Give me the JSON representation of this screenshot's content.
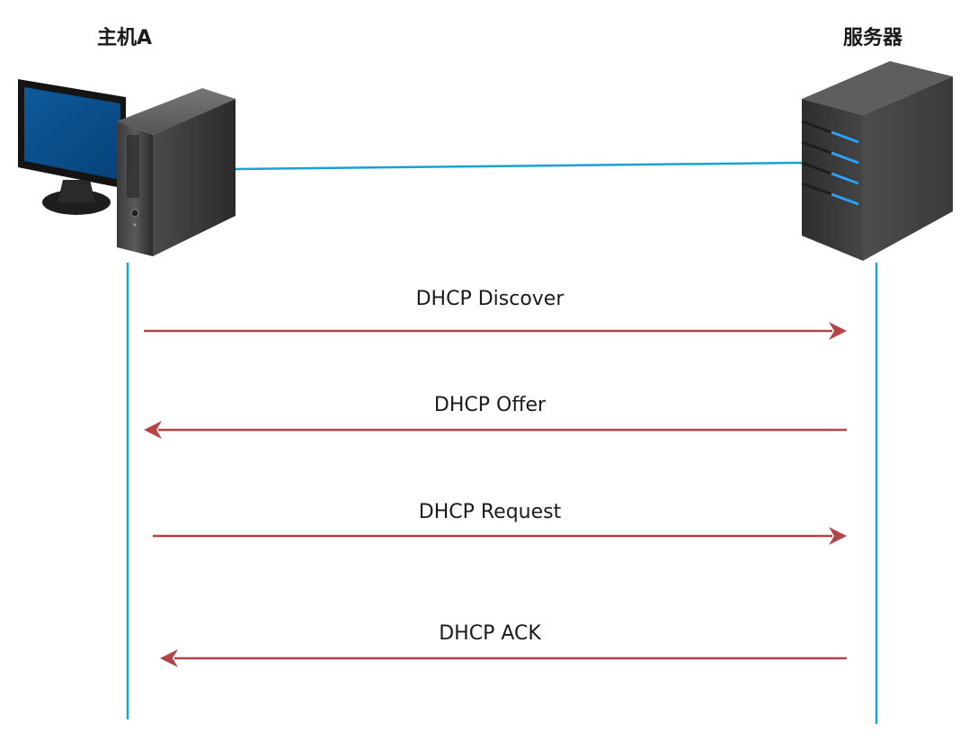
{
  "nodes": {
    "host": {
      "label": "主机A",
      "icon": "desktop-computer-icon"
    },
    "server": {
      "label": "服务器",
      "icon": "server-tower-icon"
    }
  },
  "colors": {
    "lifeline": "#1aa0d8",
    "arrow": "#b34448",
    "screen": "#0a4f8a"
  },
  "messages": [
    {
      "label": "DHCP Discover",
      "direction": "host-to-server"
    },
    {
      "label": "DHCP Offer",
      "direction": "server-to-host"
    },
    {
      "label": "DHCP Request",
      "direction": "host-to-server"
    },
    {
      "label": "DHCP ACK",
      "direction": "server-to-host"
    }
  ]
}
